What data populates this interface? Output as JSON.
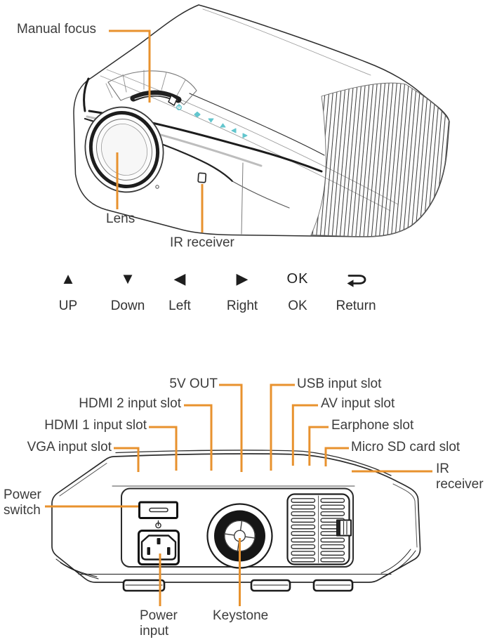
{
  "figure": {
    "type": "projector-manual-diagram",
    "views": [
      "front-isometric",
      "rear-panel"
    ]
  },
  "colors": {
    "leader_line": "#E8922E",
    "ink": "#2b2b2b",
    "button_teal": "#63C6CE",
    "text": "#3c3c3c"
  },
  "front_view": {
    "labels": {
      "manual_focus": "Manual focus",
      "lens": "Lens",
      "ir_receiver": "IR receiver"
    }
  },
  "controls": {
    "items": [
      {
        "glyph": "▲",
        "icon": "up-triangle",
        "label": "UP"
      },
      {
        "glyph": "▼",
        "icon": "down-triangle",
        "label": "Down"
      },
      {
        "glyph": "◀",
        "icon": "left-triangle",
        "label": "Left"
      },
      {
        "glyph": "▶",
        "icon": "right-triangle",
        "label": "Right"
      },
      {
        "glyph": "OK",
        "icon": "ok-text",
        "label": "OK"
      },
      {
        "glyph": "",
        "icon": "return-arrow",
        "label": "Return"
      }
    ]
  },
  "rear_view": {
    "labels_left": [
      "5V OUT",
      "HDMI 2 input slot",
      "HDMI 1 input slot",
      "VGA input slot"
    ],
    "labels_right": [
      "USB input slot",
      "AV input slot",
      "Earphone slot",
      "Micro SD card slot"
    ],
    "label_ir_receiver": "IR receiver",
    "label_power_switch": "Power switch",
    "label_power_input": "Power input",
    "label_keystone": "Keystone",
    "port_captions": {
      "v5_out": "5V OUT",
      "av": "AV"
    }
  }
}
